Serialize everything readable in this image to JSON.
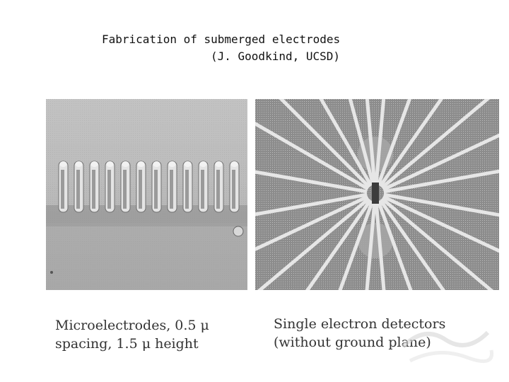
{
  "title": {
    "line1": "Fabrication of submerged electrodes",
    "line2": "(J. Goodkind, UCSD)"
  },
  "left_image": {
    "caption_line1": "Microelectrodes, 0.5 μ",
    "caption_line2": "spacing, 1.5 μ height"
  },
  "right_image": {
    "caption_line1": "Single electron detectors",
    "caption_line2": "(without ground plane)"
  },
  "colors": {
    "left_bg": "#b4b4b4",
    "right_bg": "#8a8a8a",
    "electrode_line": "#e6e6e6"
  }
}
